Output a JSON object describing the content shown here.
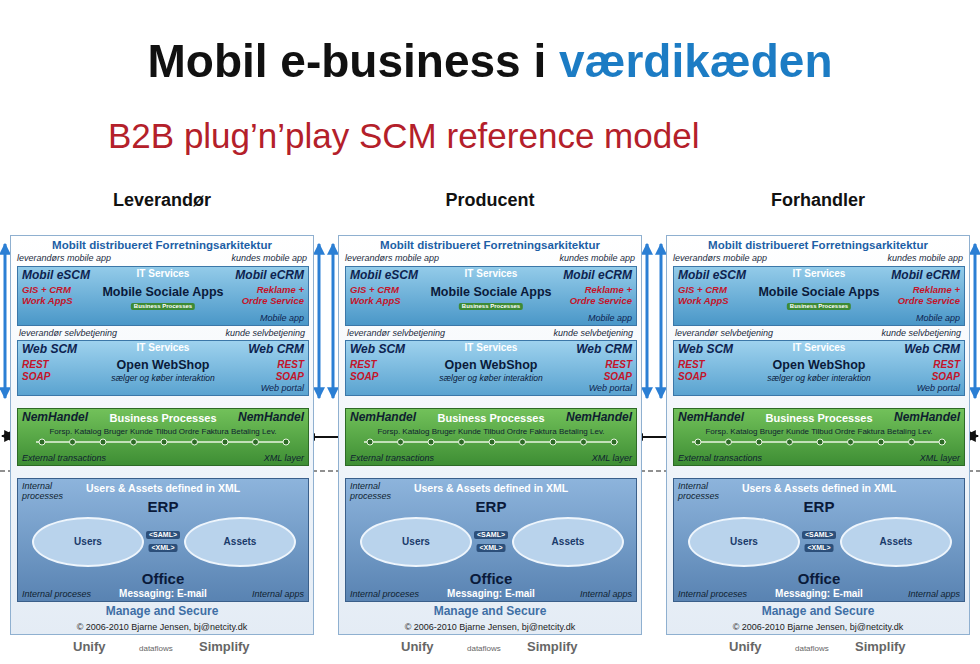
{
  "diagram": {
    "title": "Mobil e-business i værdikæden",
    "nodes": [
      {
        "text": [
          "Leverandør",
          "Mobilt distribueret Forretningsarkitektur",
          "leverandørs mobile app",
          "kundes mobile app",
          "leverandør selvbetjening",
          "kunde selvbetjening",
          "Manage and Secure",
          "© 2006-2010 Bjarne Jensen, bj@netcity.dk",
          "Unify",
          "dataflows",
          "Simplify"
        ]
      },
      {
        "text": [
          "Mobil eSCM",
          "IT Services",
          "Mobil eCRM",
          "GIS + CRM Work AppS",
          "Mobile Sociale Apps",
          "Reklame + Ordre Service",
          "Business Processes",
          "Mobile app"
        ],
        "in": 0
      },
      {
        "text": [
          "Web SCM",
          "IT Services",
          "Web CRM",
          "REST SOAP",
          "Open WebShop",
          "REST SOAP",
          "sælger og køber interaktion",
          "Web portal"
        ],
        "in": 0
      },
      {
        "text": [
          "NemHandel",
          "Business Processes",
          "NemHandel",
          "Forsp. Katalog Bruger Kunde Tilbud Ordre Faktura Betaling Lev.",
          "External transactions",
          "XML layer"
        ],
        "in": 0
      },
      {
        "text": [
          "Internal processes",
          "Users & Assets defined in XML",
          "ERP",
          "<SAML>",
          "<XML>",
          "Office",
          "Internal proceses",
          "Messaging: E-mail",
          "Internal apps"
        ],
        "in": 0
      },
      {
        "text": [
          "Users"
        ],
        "in": 4
      },
      {
        "text": [
          "Assets"
        ],
        "in": 4
      },
      {
        "text": [
          "Producent",
          "Mobilt distribueret Forretningsarkitektur",
          "leverandørs mobile app",
          "kundes mobile app",
          "leverandør selvbetjening",
          "kunde selvbetjening",
          "Manage and Secure",
          "© 2006-2010 Bjarne Jensen, bj@netcity.dk",
          "Unify",
          "dataflows",
          "Simplify"
        ]
      },
      {
        "text": [
          "Mobil eSCM",
          "IT Services",
          "Mobil eCRM",
          "GIS + CRM Work AppS",
          "Mobile Sociale Apps",
          "Reklame + Ordre Service",
          "Business Processes",
          "Mobile app"
        ],
        "in": 7
      },
      {
        "text": [
          "Web SCM",
          "IT Services",
          "Web CRM",
          "REST SOAP",
          "Open WebShop",
          "REST SOAP",
          "sælger og køber interaktion",
          "Web portal"
        ],
        "in": 7
      },
      {
        "text": [
          "NemHandel",
          "Business Processes",
          "NemHandel",
          "Forsp. Katalog Bruger Kunde Tilbud Ordre Faktura Betaling Lev.",
          "External transactions",
          "XML layer"
        ],
        "in": 7
      },
      {
        "text": [
          "Internal processes",
          "Users & Assets defined in XML",
          "ERP",
          "<SAML>",
          "<XML>",
          "Office",
          "Internal proceses",
          "Messaging: E-mail",
          "Internal apps"
        ],
        "in": 7
      },
      {
        "text": [
          "Users"
        ],
        "in": 11
      },
      {
        "text": [
          "Assets"
        ],
        "in": 11
      },
      {
        "text": [
          "Forhandler",
          "Mobilt distribueret Forretningsarkitektur",
          "leverandørs mobile app",
          "kundes mobile app",
          "leverandør selvbetjening",
          "kunde selvbetjening",
          "Manage and Secure",
          "© 2006-2010 Bjarne Jensen, bj@netcity.dk",
          "Unify",
          "dataflows",
          "Simplify"
        ]
      },
      {
        "text": [
          "Mobil eSCM",
          "IT Services",
          "Mobil eCRM",
          "GIS + CRM Work AppS",
          "Mobile Sociale Apps",
          "Reklame + Ordre Service",
          "Business Processes",
          "Mobile app"
        ],
        "in": 14
      },
      {
        "text": [
          "Web SCM",
          "IT Services",
          "Web CRM",
          "REST SOAP",
          "Open WebShop",
          "REST SOAP",
          "sælger og køber interaktion",
          "Web portal"
        ],
        "in": 14
      },
      {
        "text": [
          "NemHandel",
          "Business Processes",
          "NemHandel",
          "Forsp. Katalog Bruger Kunde Tilbud Ordre Faktura Betaling Lev.",
          "External transactions",
          "XML layer"
        ],
        "in": 14
      },
      {
        "text": [
          "Internal processes",
          "Users & Assets defined in XML",
          "ERP",
          "<SAML>",
          "<XML>",
          "Office",
          "Internal proceses",
          "Messaging: E-mail",
          "Internal apps"
        ],
        "in": 14
      },
      {
        "text": [
          "Users"
        ],
        "in": 18
      },
      {
        "text": [
          "Assets"
        ],
        "in": 18
      }
    ],
    "edges": [
      {
        "from": 1,
        "to": 2,
        "arrow": "both"
      },
      {
        "from": 2,
        "to": 3,
        "arrow": "both"
      },
      {
        "from": 8,
        "to": 9,
        "arrow": "both"
      },
      {
        "from": 9,
        "to": 10,
        "arrow": "both"
      },
      {
        "from": 15,
        "to": 16,
        "arrow": "both"
      },
      {
        "from": 16,
        "to": 17,
        "arrow": "both"
      },
      {
        "from": 3,
        "to": 10,
        "arrow": "both"
      },
      {
        "from": 10,
        "to": 17,
        "arrow": "both"
      }
    ],
    "labels": [
      "B2B plug’n’play SCM reference model"
    ]
  }
}
